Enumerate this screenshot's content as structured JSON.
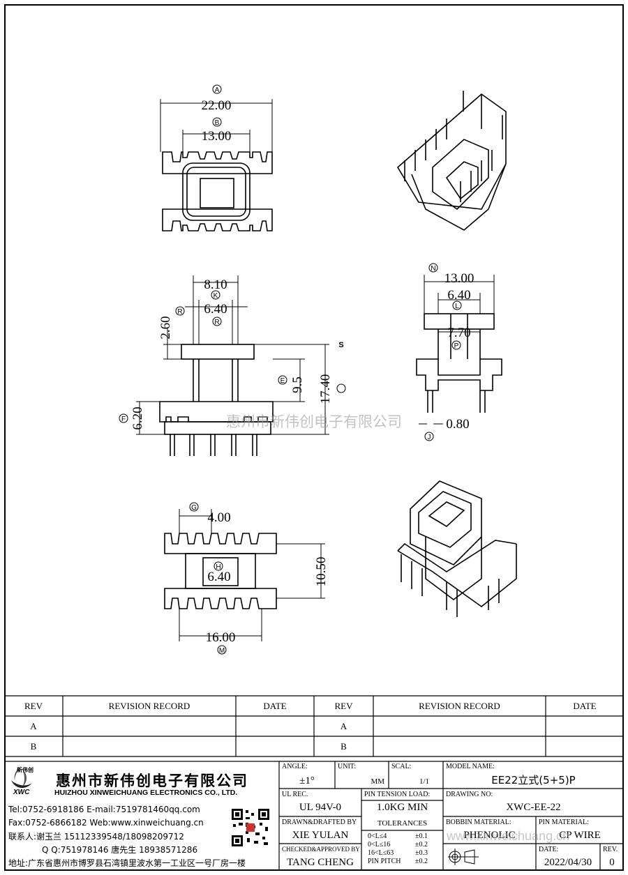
{
  "dimensions": {
    "A": {
      "tag": "A",
      "value": "22.00"
    },
    "B": {
      "tag": "B",
      "value": "13.00"
    },
    "K": {
      "tag": "K",
      "value": "8.10"
    },
    "R": {
      "tag": "R",
      "value": "6.40"
    },
    "R2": {
      "tag": "R",
      "value": "2.60"
    },
    "E": {
      "tag": "E",
      "value": "9.5"
    },
    "S": {
      "tag": "S",
      "value": "17.40"
    },
    "F": {
      "tag": "F",
      "value": "6.20"
    },
    "N": {
      "tag": "N",
      "value": "13.00"
    },
    "L": {
      "tag": "L",
      "value": "6.40"
    },
    "P": {
      "tag": "P",
      "value": "7.70"
    },
    "J": {
      "tag": "J",
      "value": "0.80"
    },
    "G": {
      "tag": "G",
      "value": "4.00"
    },
    "H": {
      "tag": "H",
      "value": "6.40"
    },
    "V": {
      "value": "10.50"
    },
    "M": {
      "tag": "M",
      "value": "16.00"
    }
  },
  "watermark": "惠州市新伟创电子有限公司",
  "watermark_url": "www.xinweichuang.cn",
  "revision_table": {
    "headers": [
      "REV",
      "REVISION RECORD",
      "DATE",
      "REV",
      "REVISION RECORD",
      "DATE"
    ],
    "rows": [
      [
        "A",
        "",
        "",
        "A",
        "",
        ""
      ],
      [
        "B",
        "",
        "",
        "B",
        "",
        ""
      ]
    ]
  },
  "company": {
    "logo_text": "XWC",
    "logo_cn": "新伟创",
    "name_cn": "惠州市新伟创电子有限公司",
    "name_en": "HUIZHOU XINWEICHUANG ELECTRONICS CO., LTD.",
    "tel": "Tel:0752-6918186 E-mail:7519781460qq.com",
    "fax": "Fax:0752-6866182 Web:www.xinweichuang.cn",
    "contact": "联系人:谢玉兰 15112339548/18098209712",
    "qq": "Q Q:751978146   唐先生 18938571286",
    "address": "地址:广东省惠州市博罗县石湾镇里波水第一工业区一号厂房一楼"
  },
  "title_block": {
    "angle_label": "ANGLE:",
    "angle": "±1°",
    "unit_label": "UNIT:",
    "unit": "MM",
    "scale_label": "SCAL:",
    "scale": "1/1",
    "model_label": "MODEL NAME:",
    "model": "EE22立式(5+5)P",
    "ul_label": "UL REC.",
    "ul": "UL 94V-0",
    "pin_tension_label": "PIN TENSION LOAD:",
    "pin_tension": "1.0KG MIN",
    "drawing_no_label": "DRAWING NO:",
    "drawing_no": "XWC-EE-22",
    "drawn_label": "DRAWN&DRAFTED BY",
    "drawn": "XIE YULAN",
    "tolerances_label": "TOLERANCES",
    "tolerances": [
      [
        "0<L≤4",
        "±0.1"
      ],
      [
        "0<L≤16",
        "±0.2"
      ],
      [
        "16<L≤63",
        "±0.3"
      ],
      [
        "PIN PITCH",
        "±0.2"
      ]
    ],
    "bobbin_label": "BOBBIN MATERIAL:",
    "bobbin": "PHENOLIC",
    "pin_mat_label": "PIN MATERIAL:",
    "pin_mat": "CP WIRE",
    "checked_label": "CHECKED&APPROVED BY",
    "checked": "TANG CHENG",
    "date_label": "DATE:",
    "date": "2022/04/30",
    "rev_label": "REV.",
    "rev": "0"
  }
}
